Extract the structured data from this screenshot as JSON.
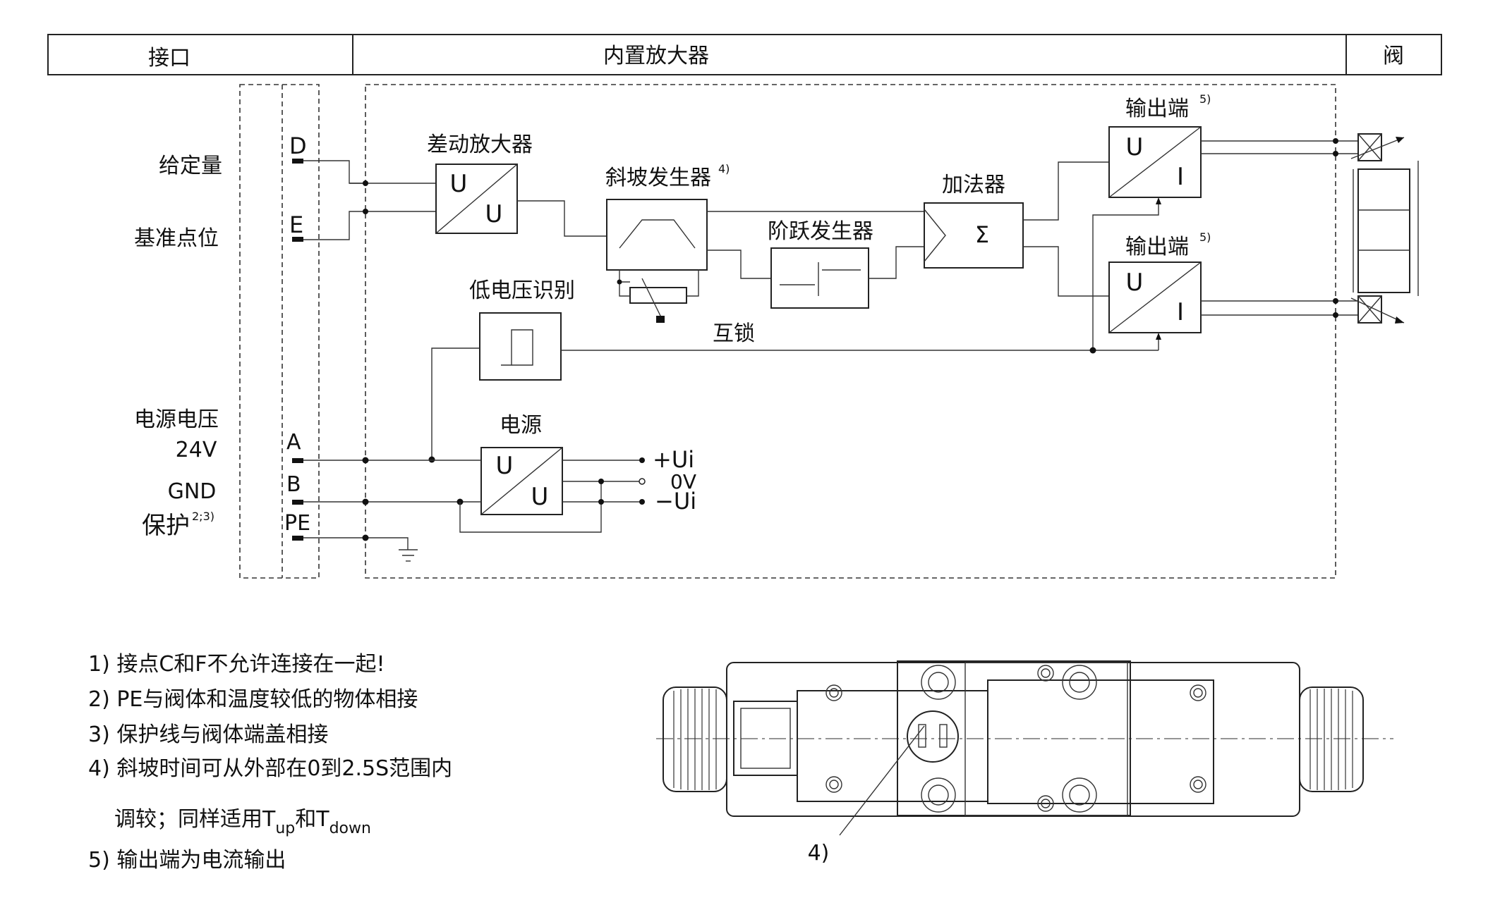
{
  "header": {
    "interface": "接口",
    "amplifier": "内置放大器",
    "valve": "阀"
  },
  "inputs": {
    "setpoint": "给定量",
    "reference": "基准点位",
    "supply_voltage": "电源电压",
    "supply_value": "24V",
    "gnd": "GND",
    "protection": "保护",
    "protection_sup": "2;3)"
  },
  "pins": {
    "d": "D",
    "e": "E",
    "a": "A",
    "b": "B",
    "pe": "PE"
  },
  "blocks": {
    "diff_amp": "差动放大器",
    "diff_amp_top": "U",
    "diff_amp_bottom": "U",
    "ramp": "斜坡发生器",
    "ramp_sup": "4)",
    "step": "阶跃发生器",
    "adder": "加法器",
    "adder_symbol": "Σ",
    "output1": "输出端",
    "output1_sup": "5)",
    "output1_top": "U",
    "output1_bottom": "I",
    "output2": "输出端",
    "output2_sup": "5)",
    "output2_top": "U",
    "output2_bottom": "I",
    "undervoltage": "低电压识别",
    "interlock": "互锁",
    "power": "电源",
    "power_top": "U",
    "power_bottom": "U",
    "plus_ui": "+Ui",
    "zero_v": "0V",
    "minus_ui": "−Ui"
  },
  "notes": {
    "n1": "1) 接点C和F不允许连接在一起!",
    "n2": "2) PE与阀体和温度较低的物体相接",
    "n3": "3) 保护线与阀体端盖相接",
    "n4": "4) 斜坡时间可从外部在0到2.5S范围内",
    "n4b_pre": "调较；同样适用T",
    "n4b_sub1": "up",
    "n4b_mid": "和T",
    "n4b_sub2": "down",
    "n5": "5) 输出端为电流输出"
  },
  "valve_drawing": {
    "callout": "4)"
  }
}
